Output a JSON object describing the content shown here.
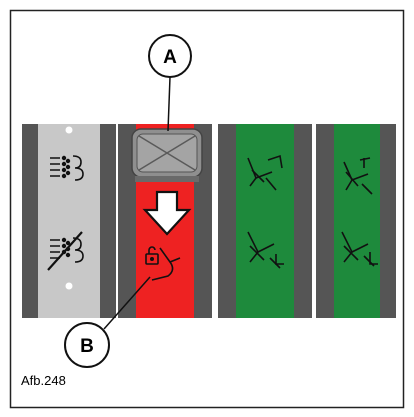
{
  "figure": {
    "caption": "Afb.248",
    "callouts": [
      {
        "letter": "A"
      },
      {
        "letter": "B"
      }
    ]
  },
  "switch_panel": {
    "switches": [
      {
        "color": "#c8c8c8",
        "icons": [
          "defrost-airflow-icon",
          "defrost-off-icon"
        ],
        "indicator_dots": true
      },
      {
        "color": "#ee2222",
        "icons": [
          "lock-cover-icon"
        ],
        "has_cover": true,
        "has_arrow": true
      },
      {
        "color": "#1e8a3c",
        "icons": [
          "seat-up-icon",
          "seat-recline-icon"
        ]
      },
      {
        "color": "#1e8a3c",
        "icons": [
          "seat-front-up-icon",
          "seat-front-down-icon"
        ]
      }
    ]
  },
  "colors": {
    "frame": "#222222",
    "switch_frame": "#7a7a7a",
    "grey_switch": "#c8c8c8",
    "red_switch": "#ee2222",
    "green_switch": "#1e8a3c",
    "cover": "#8a8a8a"
  }
}
